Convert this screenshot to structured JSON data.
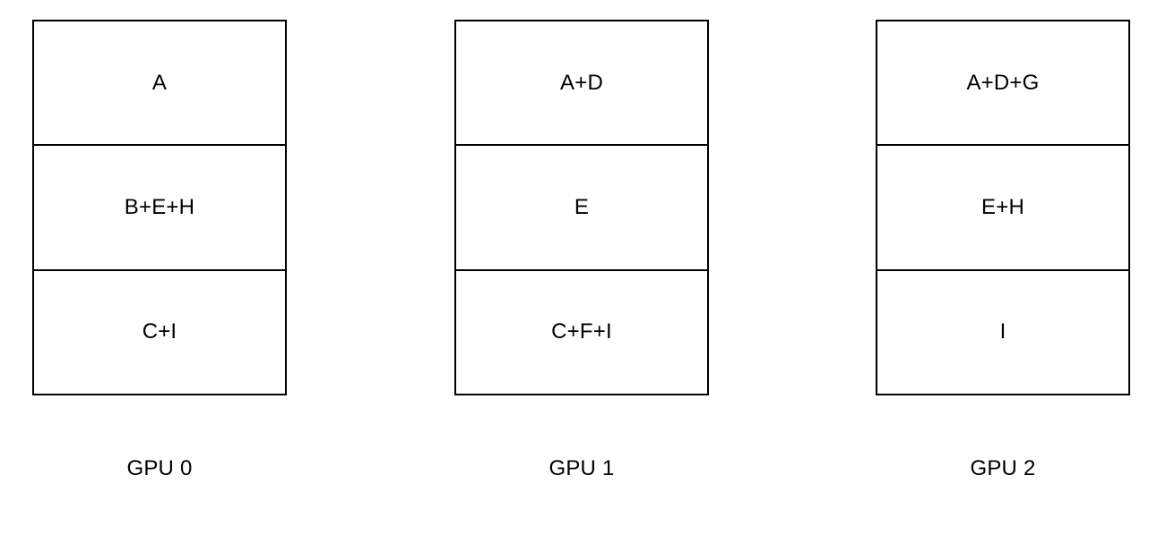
{
  "gpus": [
    {
      "label": "GPU 0",
      "cells": [
        "A",
        "B+E+H",
        "C+I"
      ]
    },
    {
      "label": "GPU 1",
      "cells": [
        "A+D",
        "E",
        "C+F+I"
      ]
    },
    {
      "label": "GPU 2",
      "cells": [
        "A+D+G",
        "E+H",
        "I"
      ]
    }
  ],
  "colors": {
    "stroke": "#000000",
    "background": "#ffffff",
    "text": "#000000"
  }
}
